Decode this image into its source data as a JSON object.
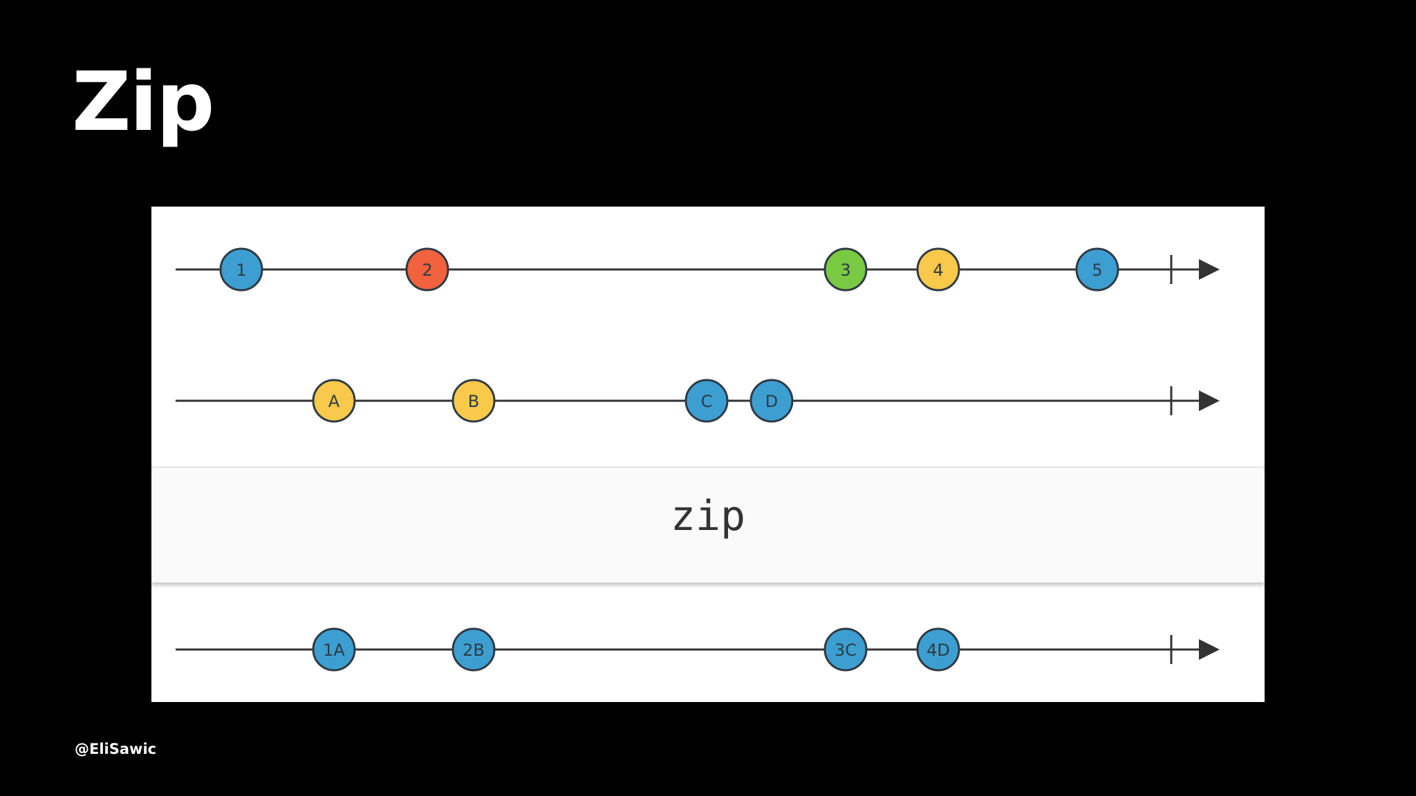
{
  "slide": {
    "title": "Zip",
    "author": "@EliSawic"
  },
  "diagram": {
    "operator": "zip",
    "colors": {
      "blue": "#3d9fd1",
      "red": "#f2623e",
      "green": "#7ac943",
      "yellow": "#f8c94a",
      "line": "#333333",
      "stroke": "#2f3a44"
    },
    "timelines": [
      {
        "name": "input-numbers",
        "marbles": [
          {
            "label": "1",
            "color": "blue"
          },
          {
            "label": "2",
            "color": "red"
          },
          {
            "label": "3",
            "color": "green"
          },
          {
            "label": "4",
            "color": "yellow"
          },
          {
            "label": "5",
            "color": "blue"
          }
        ]
      },
      {
        "name": "input-letters",
        "marbles": [
          {
            "label": "A",
            "color": "yellow"
          },
          {
            "label": "B",
            "color": "yellow"
          },
          {
            "label": "C",
            "color": "blue"
          },
          {
            "label": "D",
            "color": "blue"
          }
        ]
      },
      {
        "name": "output-zipped",
        "marbles": [
          {
            "label": "1A",
            "color": "blue"
          },
          {
            "label": "2B",
            "color": "blue"
          },
          {
            "label": "3C",
            "color": "blue"
          },
          {
            "label": "4D",
            "color": "blue"
          }
        ]
      }
    ]
  }
}
